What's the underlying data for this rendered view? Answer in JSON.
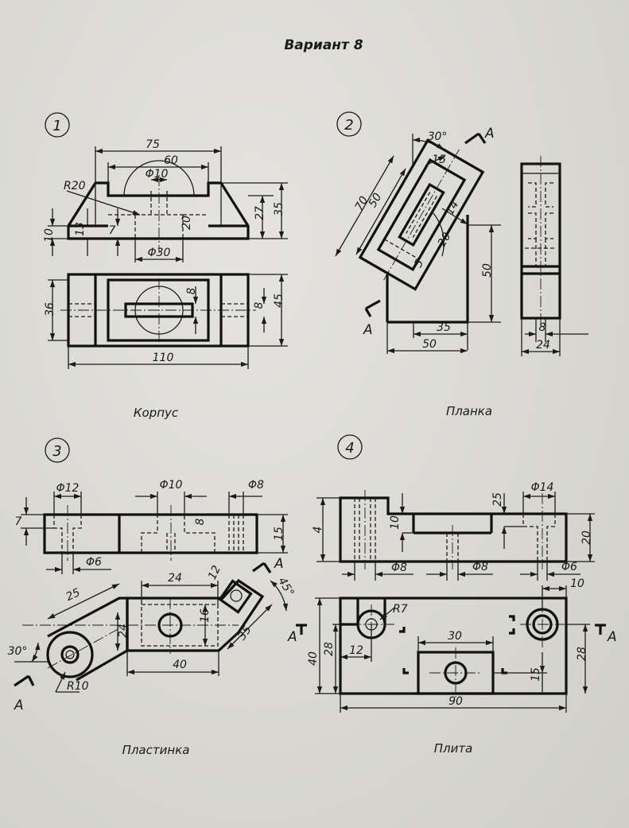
{
  "title": "Вариант 8",
  "parts": [
    {
      "number": "1",
      "name": "Корпус",
      "dimensions": [
        "75",
        "60",
        "Φ10",
        "R20",
        "10",
        "13",
        "7",
        "20",
        "27",
        "35",
        "Φ30",
        "36",
        "8",
        "8",
        "45",
        "110"
      ]
    },
    {
      "number": "2",
      "name": "Планка",
      "section_letters": [
        "A",
        "A"
      ],
      "dimensions": [
        "30°",
        "15",
        "70",
        "50",
        "14",
        "20",
        "5",
        "50",
        "35",
        "50",
        "8",
        "24"
      ]
    },
    {
      "number": "3",
      "name": "Пластинка",
      "section_letters": [
        "A",
        "A"
      ],
      "dimensions": [
        "Φ12",
        "Φ10",
        "Φ8",
        "7",
        "8",
        "15",
        "Φ6",
        "24",
        "12",
        "45°",
        "25",
        "16",
        "24",
        "35",
        "30°",
        "40",
        "R10"
      ]
    },
    {
      "number": "4",
      "name": "Плита",
      "section_letters": [
        "A",
        "A"
      ],
      "dimensions": [
        "Φ14",
        "4",
        "25",
        "10",
        "20",
        "Φ8",
        "Φ8",
        "Φ6",
        "10",
        "R7",
        "40",
        "28",
        "30",
        "12",
        "28",
        "15",
        "90"
      ]
    }
  ]
}
